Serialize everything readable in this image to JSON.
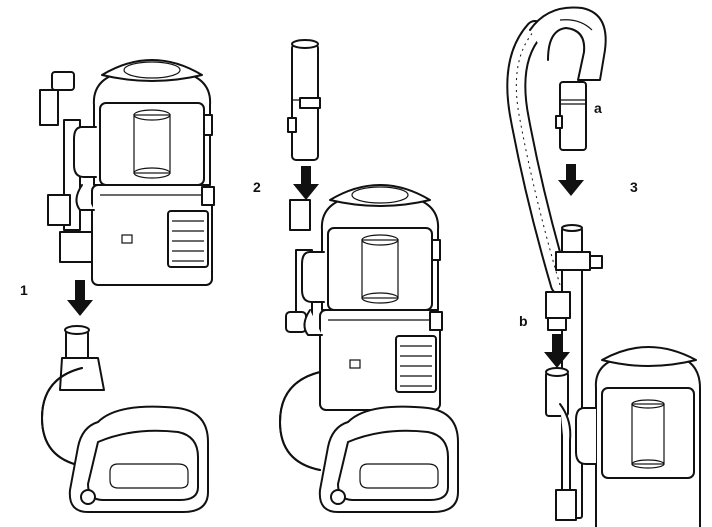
{
  "steps": [
    {
      "label": "1"
    },
    {
      "label": "2"
    },
    {
      "label": "3"
    }
  ],
  "sub_labels": {
    "a": "a",
    "b": "b"
  },
  "colors": {
    "stroke": "#111111",
    "background": "#ffffff",
    "arrow": "#111111"
  }
}
